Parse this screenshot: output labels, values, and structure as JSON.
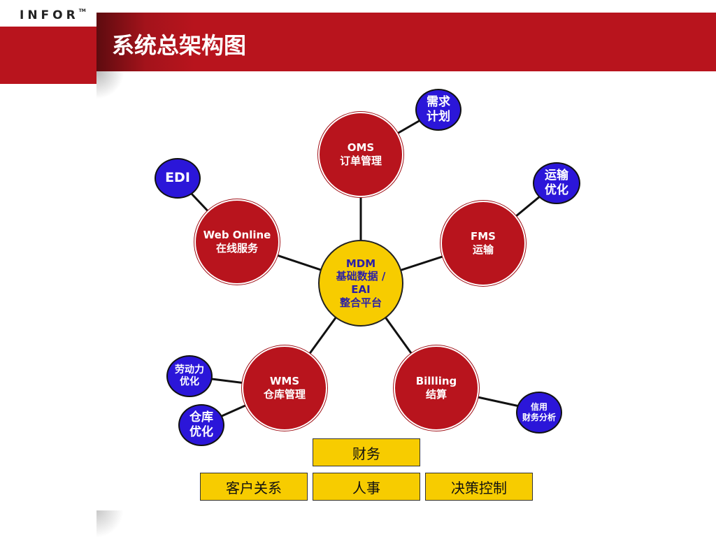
{
  "header": {
    "logo": "INFOR",
    "title": "系统总架构图"
  },
  "core": {
    "line1": "MDM",
    "line2": "基础数据 /",
    "line3": "EAI",
    "line4": "整合平台"
  },
  "modules": {
    "oms": {
      "line1": "OMS",
      "line2": "订单管理"
    },
    "web": {
      "line1": "Web Online",
      "line2": "在线服务"
    },
    "fms": {
      "line1": "FMS",
      "line2": "运输"
    },
    "wms": {
      "line1": "WMS",
      "line2": "仓库管理"
    },
    "billing": {
      "line1": "Billling",
      "line2": "结算"
    }
  },
  "satellites": {
    "demand": {
      "line1": "需求",
      "line2": "计划"
    },
    "edi": {
      "line1": "EDI"
    },
    "transport": {
      "line1": "运输",
      "line2": "优化"
    },
    "labor": {
      "line1": "劳动力",
      "line2": "优化"
    },
    "warehouse": {
      "line1": "仓库",
      "line2": "优化"
    },
    "credit": {
      "line1": "信用",
      "line2": "财务分析"
    }
  },
  "boxes": {
    "finance": "财务",
    "crm": "客户关系",
    "hr": "人事",
    "decision": "决策控制"
  },
  "colors": {
    "header_red": "#b8141d",
    "module_red": "#b8141d",
    "core_yellow": "#f7cc00",
    "satellite_blue": "#2b16d9"
  }
}
